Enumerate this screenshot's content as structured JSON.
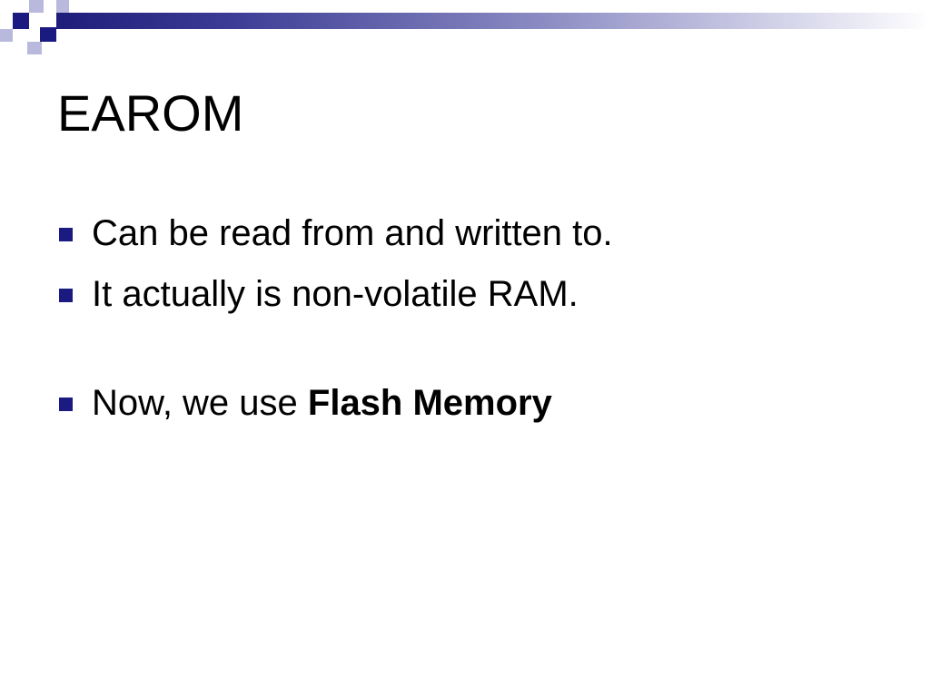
{
  "slide": {
    "title": "EAROM",
    "bullets": [
      {
        "text": "Can be read from and written to."
      },
      {
        "text": "It actually is non-volatile RAM."
      },
      {
        "text_prefix": "Now, we use ",
        "text_bold": "Flash Memory"
      }
    ]
  },
  "colors": {
    "accent": "#1a1a80",
    "accent_light": "#b9b9dd",
    "background": "#ffffff",
    "text": "#000000"
  }
}
